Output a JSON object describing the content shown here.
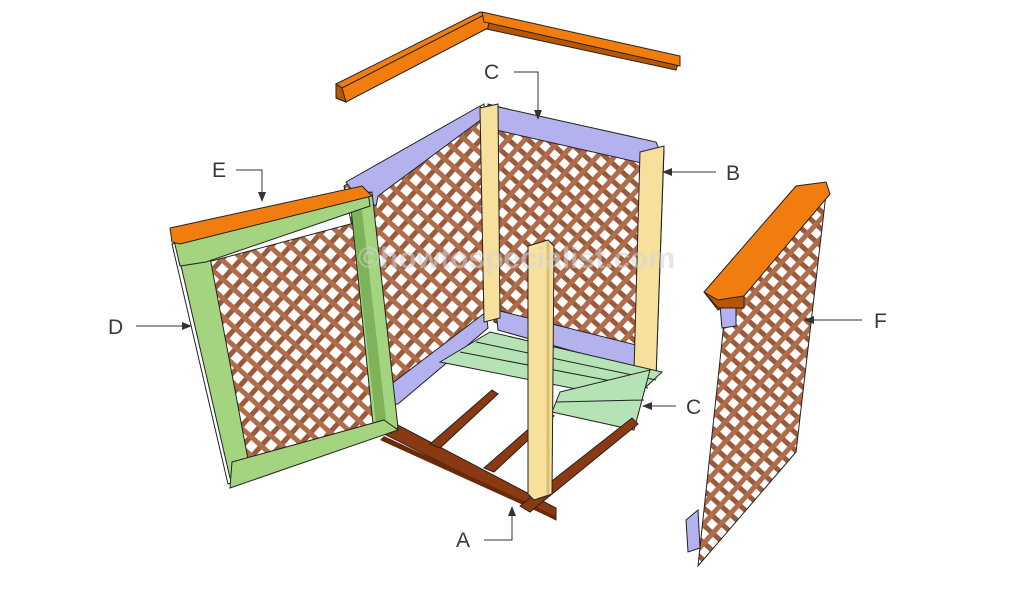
{
  "diagram": {
    "watermark": "©howtospecialist.com",
    "labels": {
      "a": "A",
      "b": "B",
      "c_top": "C",
      "c_right": "C",
      "d": "D",
      "e": "E",
      "f": "F"
    },
    "colors": {
      "orange_top": "#f07d0e",
      "orange_side": "#b85500",
      "lavender": "#b4b2ee",
      "lavender_dark": "#8e8cc8",
      "pale_yellow": "#f7e09b",
      "pale_yellow_dark": "#d9bf75",
      "mint": "#b6e3b6",
      "green": "#a4d47f",
      "green_dark": "#7fb35a",
      "brown": "#8a3a12",
      "lattice": "#9a5a3c",
      "outline": "#222222"
    }
  }
}
